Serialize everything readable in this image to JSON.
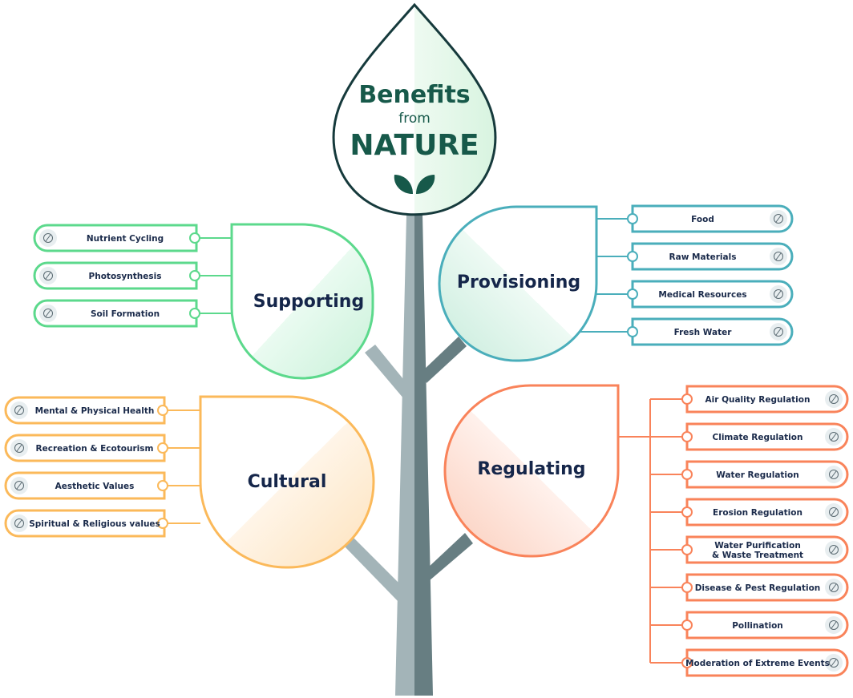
{
  "title": {
    "line1": "Benefits",
    "line2": "from",
    "line3": "NATURE",
    "icon": "sprout-leaves-icon"
  },
  "colors": {
    "title": "#17594a",
    "title_outline": "#163a3c",
    "trunk_light": "#a3b4b8",
    "trunk_dark": "#677e82",
    "text": "#1a2a4a"
  },
  "categories": [
    {
      "id": "supporting",
      "label": "Supporting",
      "color": "#5cd98c",
      "fill": "#d9f6e3",
      "items": [
        {
          "label": "Nutrient Cycling",
          "icon": "nutrient-cycle-icon"
        },
        {
          "label": "Photosynthesis",
          "icon": "tree-sun-icon"
        },
        {
          "label": "Soil Formation",
          "icon": "soil-layers-icon"
        }
      ]
    },
    {
      "id": "provisioning",
      "label": "Provisioning",
      "color": "#4aaebb",
      "fill": "#d7f3ea",
      "items": [
        {
          "label": "Food",
          "icon": "carrot-icon"
        },
        {
          "label": "Raw Materials",
          "icon": "logs-icon"
        },
        {
          "label": "Medical Resources",
          "icon": "pills-icon"
        },
        {
          "label": "Fresh Water",
          "icon": "water-drops-icon"
        }
      ]
    },
    {
      "id": "cultural",
      "label": "Cultural",
      "color": "#fbb95a",
      "fill": "#fde5c4",
      "items": [
        {
          "label": "Mental & Physical Health",
          "icon": "head-brain-icon"
        },
        {
          "label": "Recreation & Ecotourism",
          "icon": "luggage-icon"
        },
        {
          "label": "Aesthetic Values",
          "icon": "camera-flowers-icon"
        },
        {
          "label": "Spiritual & Religious values",
          "icon": "church-icon"
        }
      ]
    },
    {
      "id": "regulating",
      "label": "Regulating",
      "color": "#f9835a",
      "fill": "#fbd6c9",
      "items": [
        {
          "label": "Air Quality Regulation",
          "icon": "wind-cloud-icon"
        },
        {
          "label": "Climate Regulation",
          "icon": "sun-rain-cloud-icon"
        },
        {
          "label": "Water Regulation",
          "icon": "faucet-icon"
        },
        {
          "label": "Erosion Regulation",
          "icon": "erosion-icon"
        },
        {
          "label": "Water Purification",
          "label2": "& Waste Treatment",
          "icon": "water-filter-icon"
        },
        {
          "label": "Disease & Pest Regulation",
          "icon": "frog-leaf-icon"
        },
        {
          "label": "Pollination",
          "icon": "bee-icon"
        },
        {
          "label": "Moderation of Extreme Events",
          "icon": "storm-house-icon"
        }
      ]
    }
  ]
}
